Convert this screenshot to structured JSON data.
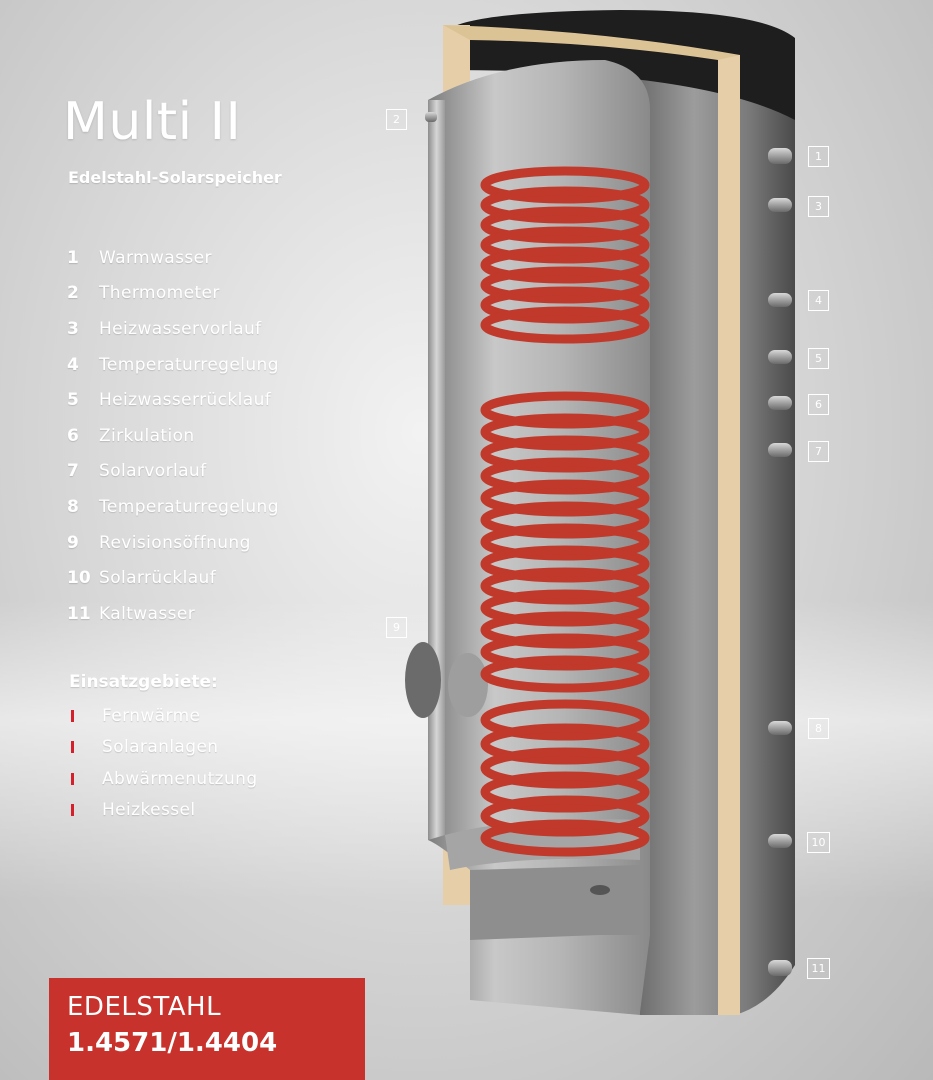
{
  "title": "Multi II",
  "subtitle": "Edelstahl-Solarspeicher",
  "legend": [
    {
      "num": "1",
      "label": "Warmwasser"
    },
    {
      "num": "2",
      "label": "Thermometer"
    },
    {
      "num": "3",
      "label": "Heizwasservorlauf"
    },
    {
      "num": "4",
      "label": "Temperaturregelung"
    },
    {
      "num": "5",
      "label": "Heizwasserrücklauf"
    },
    {
      "num": "6",
      "label": "Zirkulation"
    },
    {
      "num": "7",
      "label": "Solarvorlauf"
    },
    {
      "num": "8",
      "label": "Temperaturregelung"
    },
    {
      "num": "9",
      "label": "Revisionsöffnung"
    },
    {
      "num": "10",
      "label": "Solarrücklauf"
    },
    {
      "num": "11",
      "label": "Kaltwasser"
    }
  ],
  "uses_title": "Einsatzgebiete:",
  "uses": [
    "Fernwärme",
    "Solaranlagen",
    "Abwärmenutzung",
    "Heizkessel"
  ],
  "badge": {
    "line1": "EDELSTAHL",
    "line2": "1.4571/1.4404"
  },
  "callouts": [
    "1",
    "2",
    "3",
    "4",
    "5",
    "6",
    "7",
    "8",
    "9",
    "10",
    "11"
  ],
  "colors": {
    "accent_red": "#c8322c",
    "coil_red": "#c0392b",
    "steel": "#9a9a9a",
    "insulation": "#e6cfa8"
  }
}
